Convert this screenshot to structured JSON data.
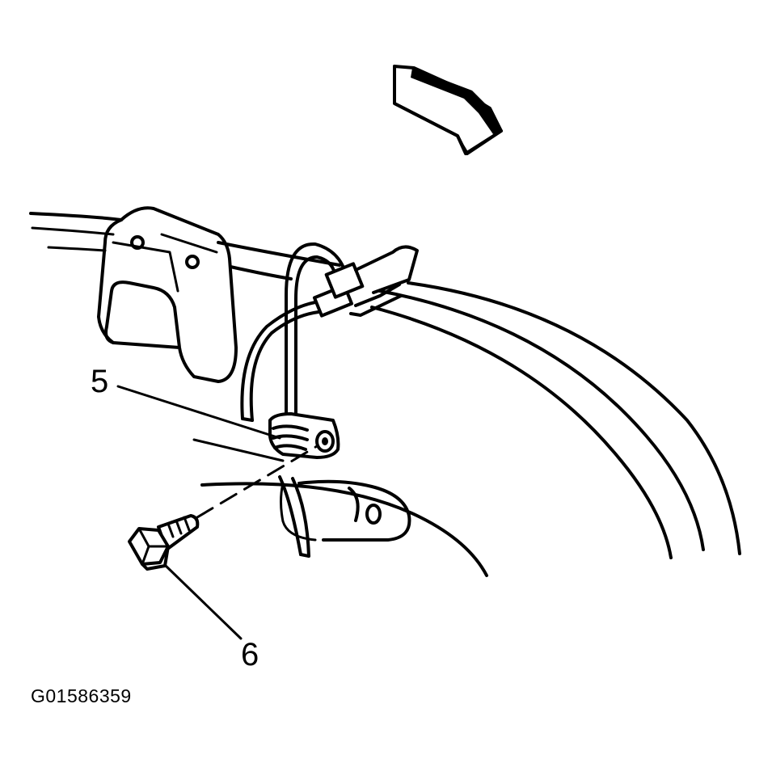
{
  "figure": {
    "id": "G01586359"
  },
  "callouts": {
    "item_5": "5",
    "item_6": "6"
  },
  "colors": {
    "ink": "#000000",
    "paper": "#ffffff"
  },
  "icons": {
    "direction": "forward-arrow-icon",
    "fastener": "hex-bolt-icon"
  }
}
